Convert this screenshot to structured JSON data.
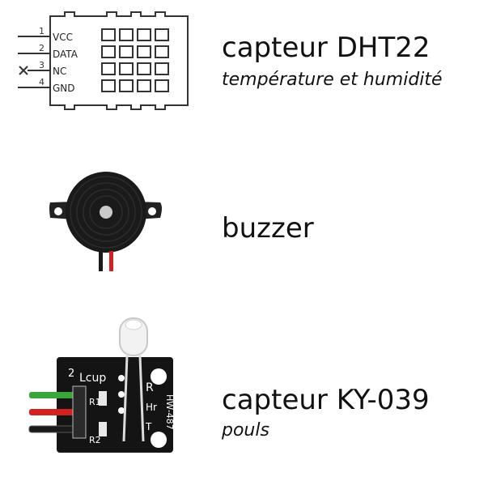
{
  "components": [
    {
      "title": "capteur DHT22",
      "subtitle": "température et humidité",
      "icon": "dht22-sensor-icon",
      "pins": [
        {
          "number": "1",
          "name": "VCC"
        },
        {
          "number": "2",
          "name": "DATA"
        },
        {
          "number": "3",
          "name": "NC"
        },
        {
          "number": "4",
          "name": "GND"
        }
      ]
    },
    {
      "title": "buzzer",
      "icon": "buzzer-icon"
    },
    {
      "title": "capteur KY-039",
      "subtitle": "pouls",
      "icon": "ky039-sensor-icon",
      "board_labels": {
        "lcup": "Lcup",
        "r1": "R1",
        "r2": "R2",
        "right_top": "R",
        "right_mid": "Hr",
        "right_bot": "T",
        "vertical": "HW-487",
        "corner": "2"
      }
    }
  ],
  "colors": {
    "wire_green": "#3aa63a",
    "wire_red": "#d32020",
    "wire_black": "#1a1a1a",
    "board": "#141414",
    "outline": "#333333"
  }
}
